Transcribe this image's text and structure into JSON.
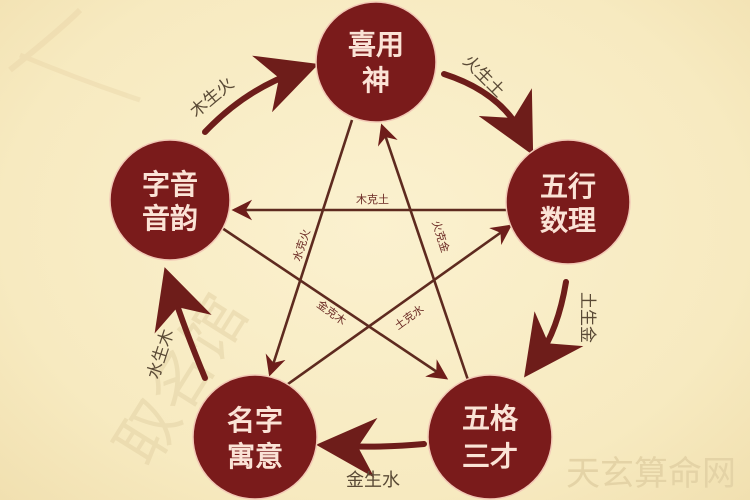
{
  "diagram": {
    "type": "five-elements-cycle",
    "colors": {
      "background": "#f8ecc4",
      "node_fill": "#7a1b1b",
      "node_text": "#fbe3d6",
      "arrow": "#6e1d1a",
      "line": "#5e2a1f",
      "label_text": "#5a4a36",
      "watermark": "#e4d3a6"
    },
    "nodes": [
      {
        "id": "top",
        "line1": "喜用",
        "line2": "神"
      },
      {
        "id": "left",
        "line1": "字音",
        "line2": "音韵"
      },
      {
        "id": "right",
        "line1": "五行",
        "line2": "数理"
      },
      {
        "id": "bottom_left",
        "line1": "名字",
        "line2": "寓意"
      },
      {
        "id": "bottom_right",
        "line1": "五格",
        "line2": "三才"
      }
    ],
    "outer_edges": [
      {
        "from": "left",
        "to": "top",
        "label": "木生火"
      },
      {
        "from": "top",
        "to": "right",
        "label": "火生土"
      },
      {
        "from": "right",
        "to": "bottom_right",
        "label": "土生金"
      },
      {
        "from": "bottom_right",
        "to": "bottom_left",
        "label": "金生水"
      },
      {
        "from": "bottom_left",
        "to": "left",
        "label": "水生木"
      }
    ],
    "inner_edges": [
      {
        "from": "right",
        "to": "left",
        "label": "木克土"
      },
      {
        "from": "top",
        "to": "bottom_left",
        "label": "水克火"
      },
      {
        "from": "bottom_right",
        "to": "top",
        "label": "火克金"
      },
      {
        "from": "left",
        "to": "bottom_right",
        "label": "金克木"
      },
      {
        "from": "bottom_left",
        "to": "right",
        "label": "土克水"
      }
    ]
  },
  "watermarks": {
    "bottom_right": "天玄算命网",
    "diagonal": "取名馆"
  }
}
